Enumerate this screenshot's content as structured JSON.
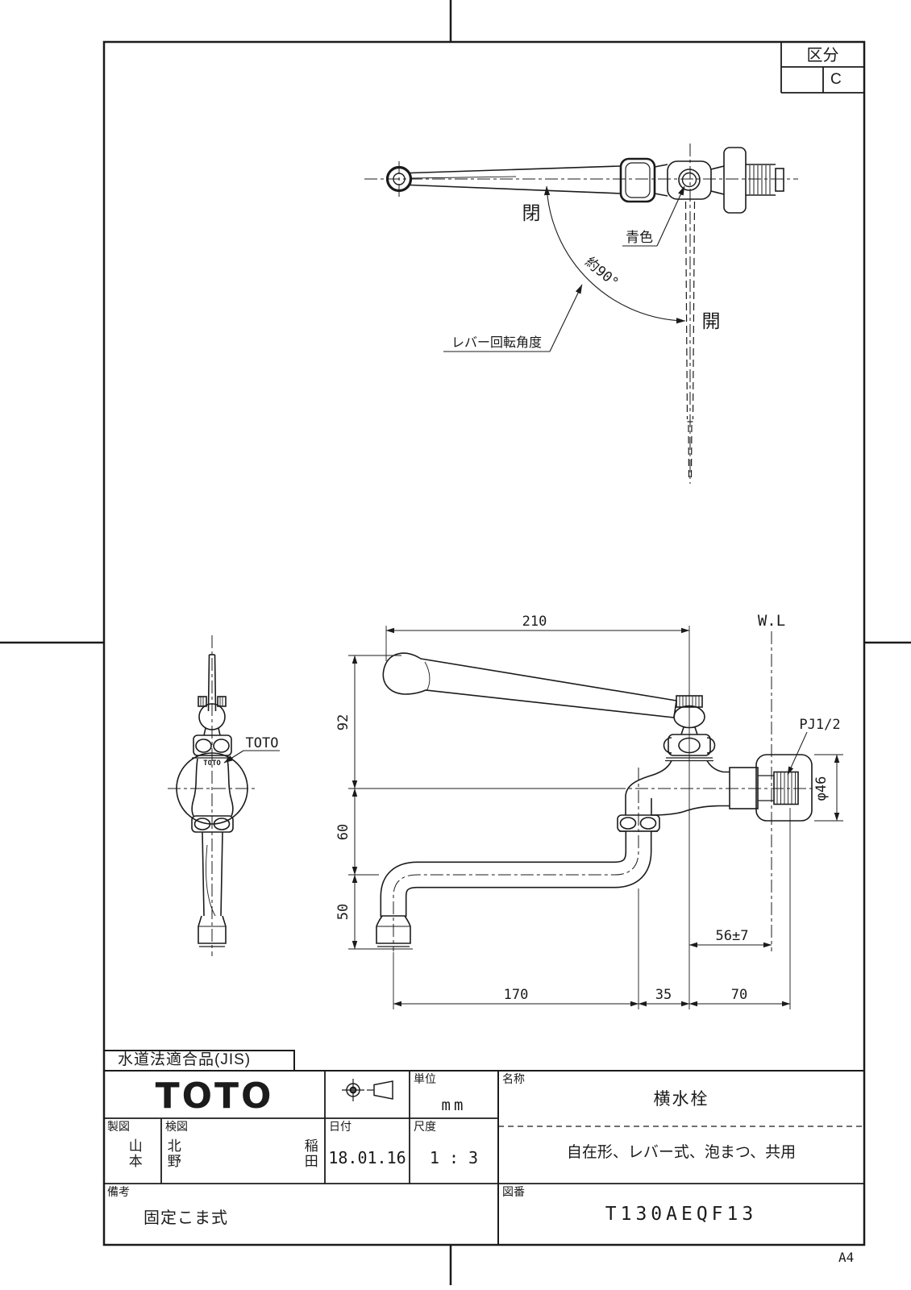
{
  "sheet": {
    "size_label": "A4"
  },
  "kubun_box": {
    "label": "区分",
    "value": "C"
  },
  "top_view": {
    "closed_label": "閉",
    "open_label": "開",
    "blue_label": "青色",
    "angle_label": "約90°",
    "lever_rotation_label": "レバー回転角度"
  },
  "side_view": {
    "logo_callout": "TOTO",
    "body_logo": "TOTO"
  },
  "front_view": {
    "wall_line_label": "W.L",
    "thread_label": "PJ1/2",
    "flange_dia": "φ46",
    "dim_lever_length": "210",
    "dim_height_upper": "92",
    "dim_height_mid": "60",
    "dim_height_lower": "50",
    "dim_spout_reach": "170",
    "dim_offset": "35",
    "dim_inlet": "70",
    "dim_wall_offset": "56±7"
  },
  "title_block": {
    "compliance": "水道法適合品(JIS)",
    "brand": "TOTO",
    "unit_label": "単位",
    "unit_value": "mm",
    "drawn_label": "製図",
    "drawn_by": "山本",
    "checked_label": "検図",
    "checked_by": "北野",
    "checked_by2": "稲田",
    "date_label": "日付",
    "date_value": "18.01.16",
    "scale_label": "尺度",
    "scale_value": "1 : 3",
    "name_label": "名称",
    "name_value": "横水栓",
    "subtitle": "自在形、レバー式、泡まつ、共用",
    "remarks_label": "備考",
    "remarks_value": "固定こま式",
    "drawing_no_label": "図番",
    "drawing_no_value": "T130AEQF13"
  }
}
